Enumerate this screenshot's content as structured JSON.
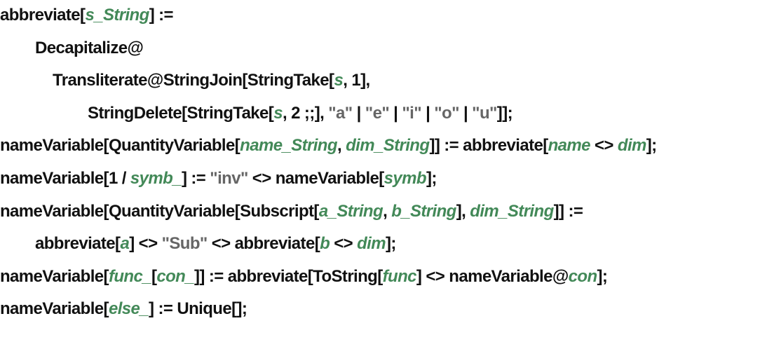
{
  "code_lines": [
    {
      "indent": 0,
      "segments": [
        [
          "abbreviate[",
          "k"
        ],
        [
          "s_String",
          "v"
        ],
        [
          "] :=",
          "k"
        ]
      ]
    },
    {
      "indent": 1,
      "segments": [
        [
          "Decapitalize@",
          "k"
        ]
      ]
    },
    {
      "indent": 2,
      "segments": [
        [
          "Transliterate@StringJoin[StringTake[",
          "k"
        ],
        [
          "s",
          "v"
        ],
        [
          ", 1],",
          "k"
        ]
      ]
    },
    {
      "indent": 3,
      "segments": [
        [
          "StringDelete[StringTake[",
          "k"
        ],
        [
          "s",
          "v"
        ],
        [
          ", 2 ;;], ",
          "k"
        ],
        [
          "\"a\"",
          "s"
        ],
        [
          " | ",
          "k"
        ],
        [
          "\"e\"",
          "s"
        ],
        [
          " | ",
          "k"
        ],
        [
          "\"i\"",
          "s"
        ],
        [
          " | ",
          "k"
        ],
        [
          "\"o\"",
          "s"
        ],
        [
          " | ",
          "k"
        ],
        [
          "\"u\"",
          "s"
        ],
        [
          "]];",
          "k"
        ]
      ]
    },
    {
      "indent": 0,
      "segments": [
        [
          "nameVariable[QuantityVariable[",
          "k"
        ],
        [
          "name_String",
          "v"
        ],
        [
          ", ",
          "k"
        ],
        [
          "dim_String",
          "v"
        ],
        [
          "]] := abbreviate[",
          "k"
        ],
        [
          "name",
          "v"
        ],
        [
          " <> ",
          "k"
        ],
        [
          "dim",
          "v"
        ],
        [
          "];",
          "k"
        ]
      ]
    },
    {
      "indent": 0,
      "segments": [
        [
          "nameVariable[1 / ",
          "k"
        ],
        [
          "symb_",
          "v"
        ],
        [
          "] := ",
          "k"
        ],
        [
          "\"inv\"",
          "s"
        ],
        [
          " <> nameVariable[",
          "k"
        ],
        [
          "symb",
          "v"
        ],
        [
          "];",
          "k"
        ]
      ]
    },
    {
      "indent": 0,
      "segments": [
        [
          "nameVariable[QuantityVariable[Subscript[",
          "k"
        ],
        [
          "a_String",
          "v"
        ],
        [
          ", ",
          "k"
        ],
        [
          "b_String",
          "v"
        ],
        [
          "], ",
          "k"
        ],
        [
          "dim_String",
          "v"
        ],
        [
          "]] :=",
          "k"
        ]
      ]
    },
    {
      "indent": 1,
      "segments": [
        [
          "abbreviate[",
          "k"
        ],
        [
          "a",
          "v"
        ],
        [
          "] <> ",
          "k"
        ],
        [
          "\"Sub\"",
          "s"
        ],
        [
          " <> abbreviate[",
          "k"
        ],
        [
          "b",
          "v"
        ],
        [
          " <> ",
          "k"
        ],
        [
          "dim",
          "v"
        ],
        [
          "];",
          "k"
        ]
      ]
    },
    {
      "indent": 0,
      "segments": [
        [
          "nameVariable[",
          "k"
        ],
        [
          "func_",
          "v"
        ],
        [
          "[",
          "k"
        ],
        [
          "con_",
          "v"
        ],
        [
          "]] := abbreviate[ToString[",
          "k"
        ],
        [
          "func",
          "v"
        ],
        [
          "] <> nameVariable@",
          "k"
        ],
        [
          "con",
          "v"
        ],
        [
          "];",
          "k"
        ]
      ]
    },
    {
      "indent": 0,
      "segments": [
        [
          "nameVariable[",
          "k"
        ],
        [
          "else_",
          "v"
        ],
        [
          "] := Unique[];",
          "k"
        ]
      ]
    }
  ],
  "colors": {
    "pattern": "#438958",
    "string": "#666666",
    "text": "#111111"
  }
}
